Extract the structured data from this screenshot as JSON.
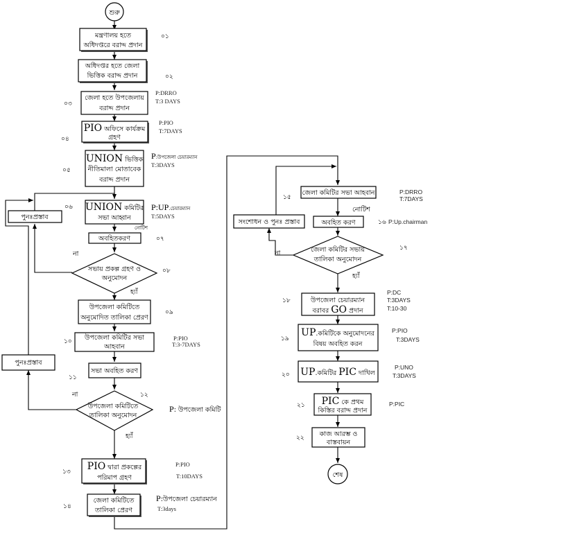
{
  "flowchart": {
    "start": "শুরু",
    "end": "শেষ",
    "yes": "হ্যাঁ",
    "no": "না",
    "notice": "নোটিশ",
    "steps": [
      {
        "num": "০১",
        "lines": [
          "মন্ত্রণালয় হতে",
          "অধিদপ্তরে বরাদ্দ প্রদান"
        ]
      },
      {
        "num": "০২",
        "lines": [
          "অধিদপ্তর  হতে জেলা",
          "ভিত্তিক বরাদ্দ প্রদান"
        ]
      },
      {
        "num": "০৩",
        "lines": [
          "জেলা হতে উপজেলায়",
          "বরাদ্দ প্রদান"
        ],
        "p": "P:DRRO",
        "t": "T:3 DAYS"
      },
      {
        "num": "০৪",
        "lead": "PIO",
        "lines": [
          " অফিসে কার্যক্রম",
          "গ্রহণ"
        ],
        "p": "P:PIO",
        "t": "T:7DAYS"
      },
      {
        "num": "০৫",
        "lead": "UNION",
        "lines": [
          " ভিত্তিক",
          "নীতিমালা মোতাবেক",
          "বরাদ্দ প্রদান"
        ],
        "p_lead": "P",
        "p": ":উপজেলা চেয়ারম্যান",
        "t": "T:3DAYS"
      },
      {
        "num": "০৬",
        "lead": "UNION",
        "lines": [
          " কমিটির",
          "সভা আহ্বান"
        ],
        "p_lead": "P:UP",
        "p": ".চেয়ারম্যান",
        "t": "T:5DAYS"
      },
      {
        "num": "০৭",
        "lines": [
          "অবহিতকরণ"
        ]
      },
      {
        "num": "০৮",
        "lines": [
          "সভায় প্রকল্প গ্রহণ ও",
          "অনুমোদন"
        ],
        "type": "decision"
      },
      {
        "num": "০৯",
        "lines": [
          "উপজেলা কমিটিতে",
          "অনুমোদিত তালিকা প্রেরণ"
        ]
      },
      {
        "num": "১০",
        "lines": [
          "উপজেলা কমিটির সভা",
          "আহবান"
        ],
        "p": "P:PIO",
        "t": "T:3-7DAYS"
      },
      {
        "num": "১১",
        "lines": [
          "সভা অবহিত করণ"
        ]
      },
      {
        "num": "১২",
        "lines": [
          "উপজেলা কমিটিতে",
          "তালিকা অনুমোদন"
        ],
        "type": "decision",
        "p_lead": "P",
        "p": ": উপজেলা কমিটি"
      },
      {
        "num": "১৩",
        "lead": "PIO",
        "lines": [
          " দ্বারা প্রকল্পের",
          "পরিমাপ গ্রহণ"
        ],
        "p": "P:PIO",
        "t": "T:10DAYS"
      },
      {
        "num": "১৪",
        "lines": [
          "জেলা কমিটিতে",
          "তালিকা প্রেরণ"
        ],
        "p_lead": "P",
        "p": ":উপজেলা চেয়ারম্যান",
        "t": "T:3days"
      },
      {
        "num": "১৫",
        "lines": [
          "জেলা কমিটির সভা আহবান"
        ],
        "p": "P:DRRO",
        "t": "T:7DAYS"
      },
      {
        "num": "১৬",
        "lines": [
          "অবহিত করণ"
        ],
        "p": "P:Up.chairman"
      },
      {
        "num": "১৭",
        "lines": [
          "জেলা কমিটির সভায়",
          "তালিকা অনুমোদন"
        ],
        "type": "decision"
      },
      {
        "num": "১৮",
        "lines": [
          "উপজেলা চেয়ারম্যান",
          "বরাবর ",
          " প্রদান"
        ],
        "mid": "GO",
        "p": "P:DC",
        "t": "T:3DAYS",
        "t2": "T:10-30"
      },
      {
        "num": "১৯",
        "lead": "UP",
        "lines": [
          ".কমিটিকে অনুমোদনের",
          "বিষয় অবহিত করন"
        ],
        "p": "P:PIO",
        "t": "T:3DAYS"
      },
      {
        "num": "২০",
        "lead": "UP",
        "lines": [
          ".কমিটির ",
          " দাখিল"
        ],
        "mid": "PIC",
        "p": "P:UNO",
        "t": "T:3DAYS"
      },
      {
        "num": "২১",
        "lead": "PIC",
        "lines": [
          " কে প্রথম",
          "কিস্তির বরাদ্দ প্রদান"
        ],
        "p": "P:PIC"
      },
      {
        "num": "২২",
        "lines": [
          "কাজ আরম্ভ ও",
          "বাস্তবায়ন"
        ]
      }
    ],
    "loop_boxes": {
      "reproposal_1": "পুনঃপ্রস্তাব",
      "reproposal_2": "পুনঃপ্রস্তাব",
      "revise_reproposal": "সংশোধন ও  পুনঃ প্রস্তাব"
    }
  }
}
